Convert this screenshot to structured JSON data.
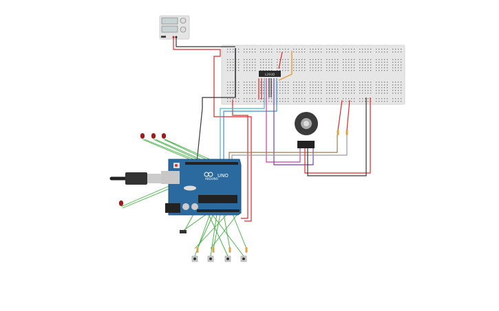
{
  "canvas": {
    "components": {
      "power_supply": {
        "name": "power-supply"
      },
      "breadboard": {
        "name": "breadboard"
      },
      "driver_chip": {
        "label": "L293D"
      },
      "arduino": {
        "brand": "ARDUINO",
        "model": "UNO"
      },
      "motor": {
        "name": "dc-motor-encoder"
      },
      "leds": {
        "count": 4,
        "color": "#9e1b1b"
      },
      "pushbuttons": {
        "count": 4
      },
      "resistors": {
        "color": "#d9a441"
      }
    },
    "colors": {
      "wire_red": "#e0272a",
      "wire_black": "#333333",
      "wire_green": "#3fae3f",
      "wire_cyan": "#4bb8c8",
      "wire_blue": "#3a8fd6",
      "wire_magenta": "#d03aa8",
      "wire_purple": "#7b3fa0",
      "wire_orange": "#e88a1a",
      "wire_brown": "#a0784a",
      "wire_gray": "#9a9a9a",
      "arduino_blue": "#2a6a9e",
      "breadboard": "#e6e6e6"
    }
  }
}
